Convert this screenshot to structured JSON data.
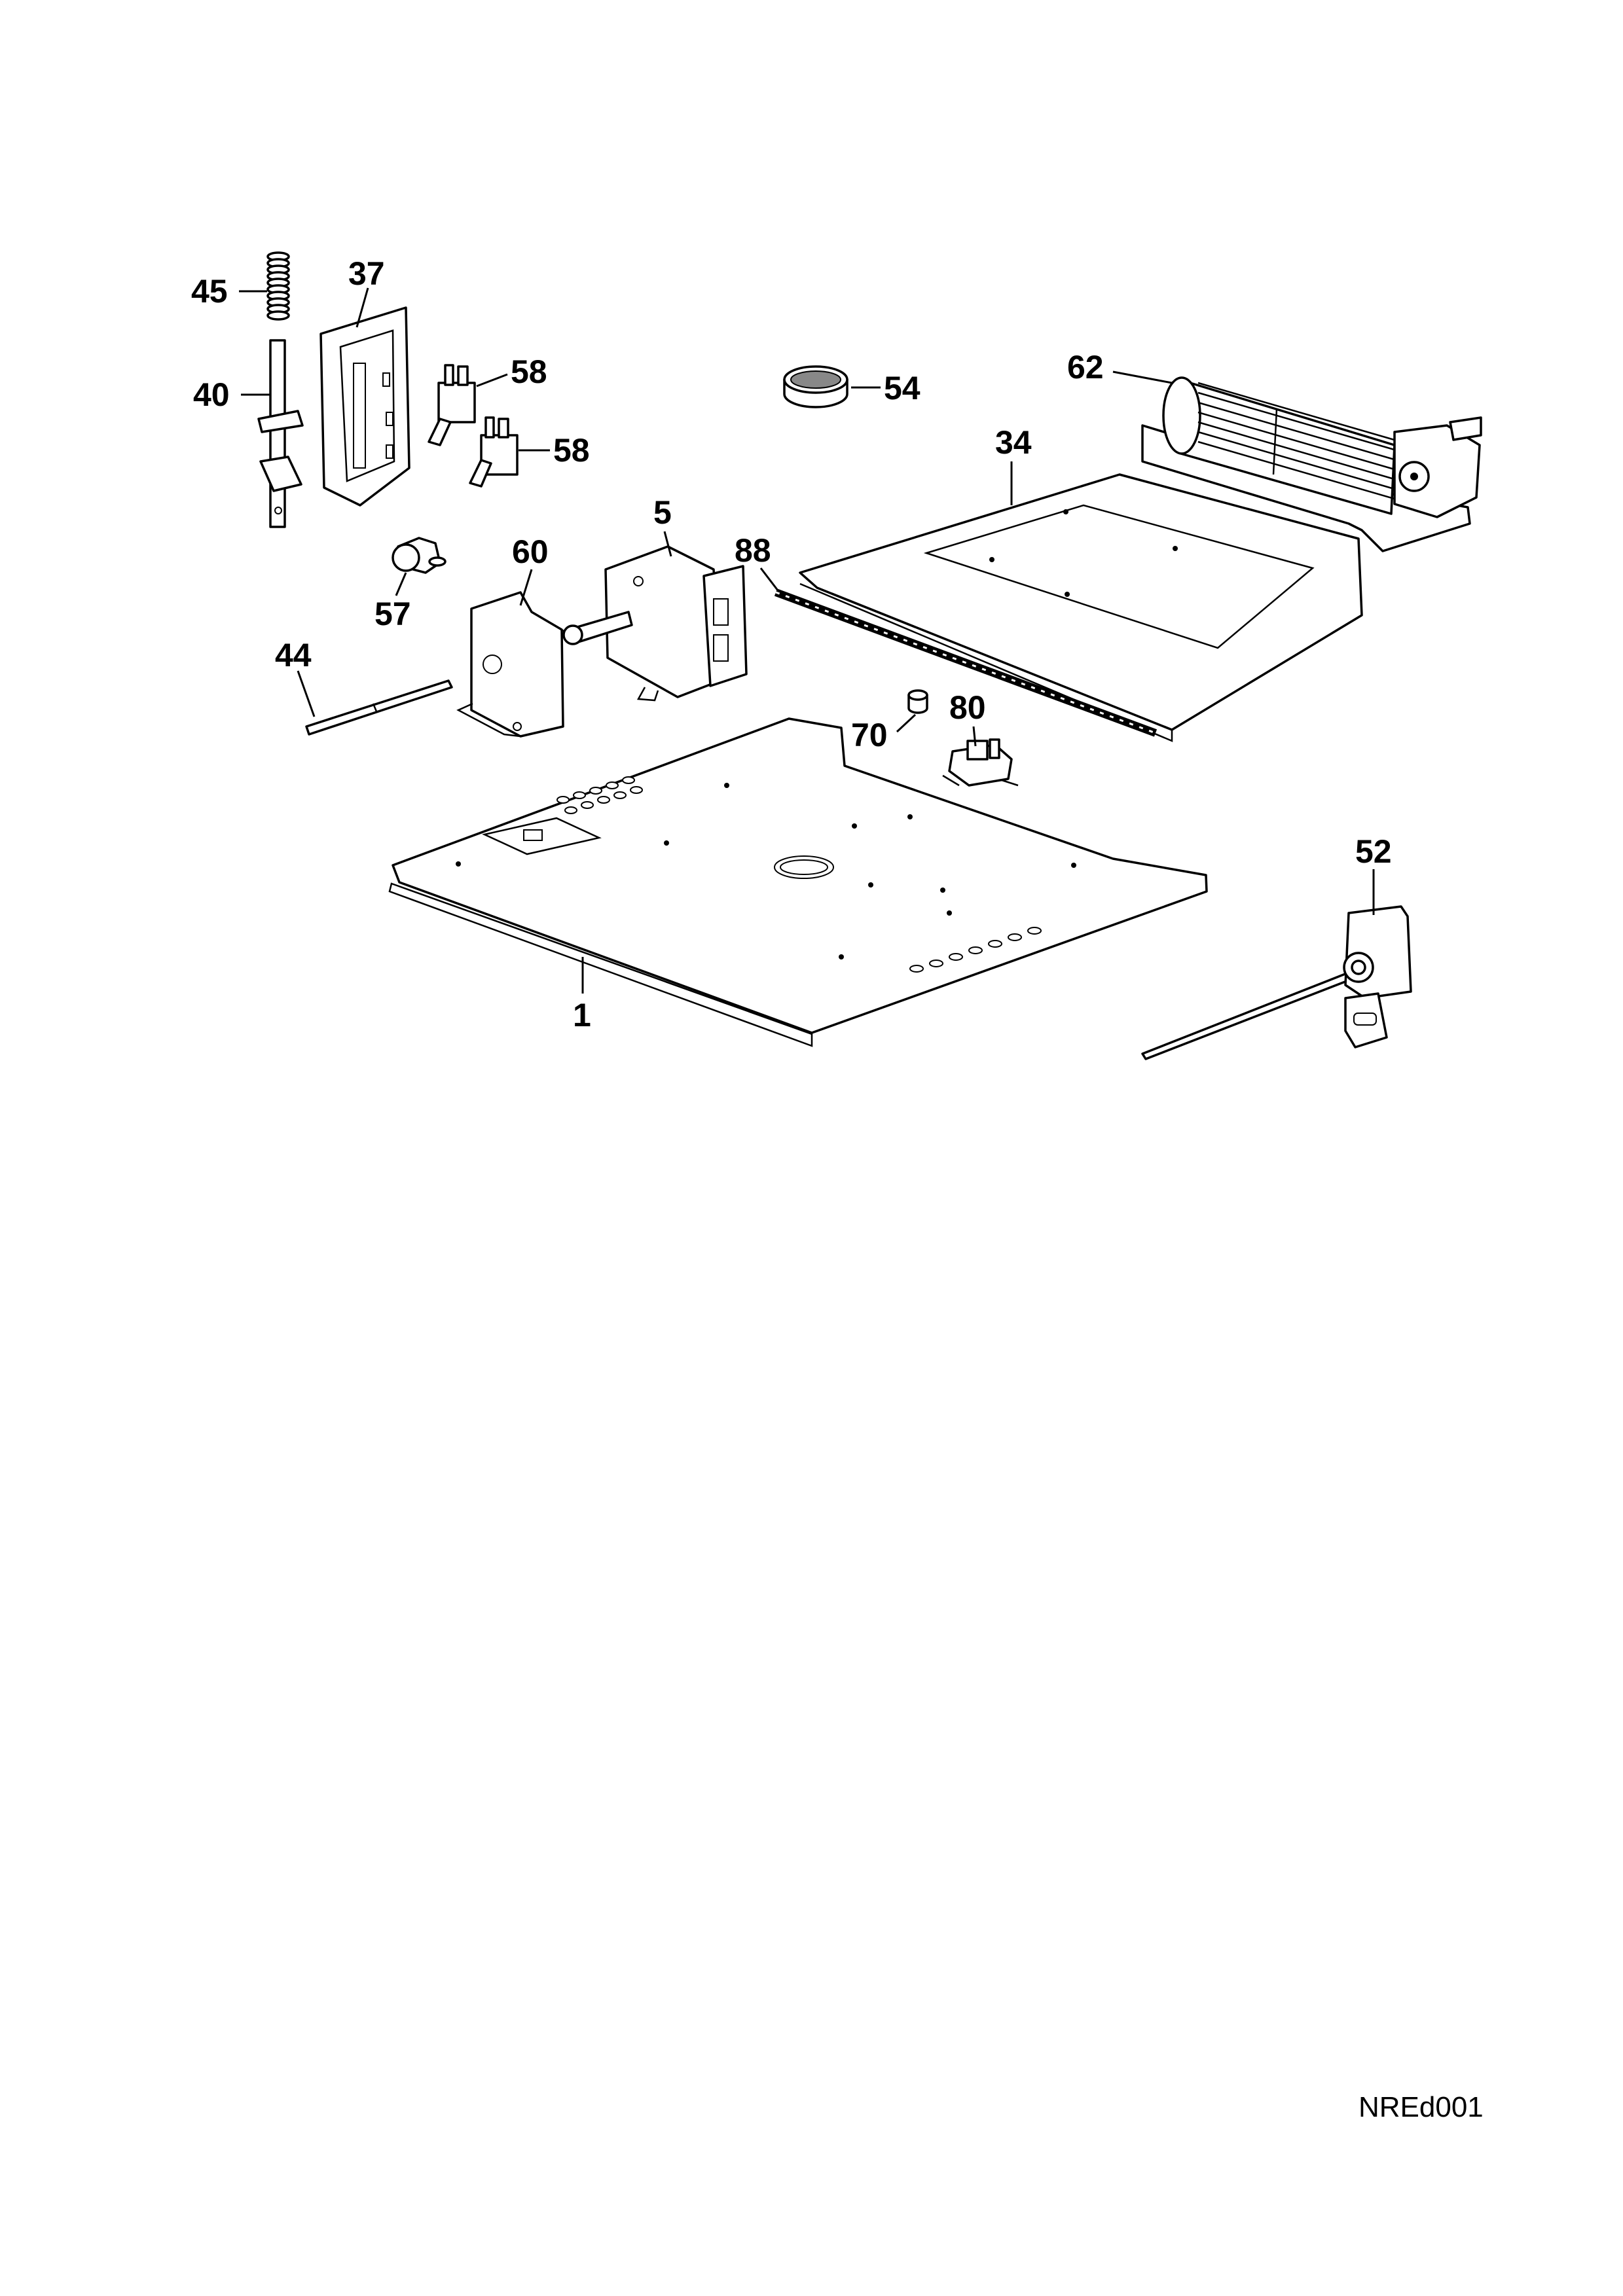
{
  "callouts": {
    "p45": "45",
    "p37": "37",
    "p40": "40",
    "p58a": "58",
    "p58b": "58",
    "p54": "54",
    "p62": "62",
    "p34": "34",
    "p5": "5",
    "p60": "60",
    "p88": "88",
    "p57": "57",
    "p44": "44",
    "p70": "70",
    "p80": "80",
    "p52": "52",
    "p1": "1"
  },
  "drawing_code": "NREd001"
}
